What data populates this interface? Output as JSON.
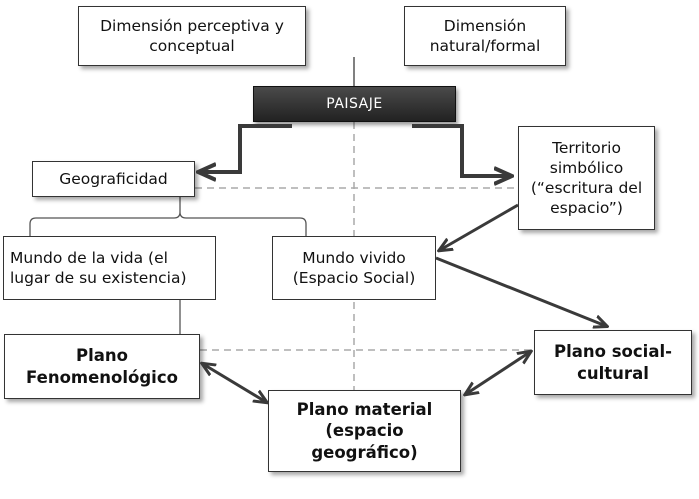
{
  "boxes": {
    "dim_perceptiva": "Dimensión perceptiva y\nconceptual",
    "dim_natural": "Dimensión\nnatural/formal",
    "paisaje": "PAISAJE",
    "geograficidad": "Geograficidad",
    "territorio": "Territorio\nsimbólico\n(“escritura del\nespacio”)",
    "mundo_vida": "Mundo de la vida (el\nlugar de su existencia)",
    "mundo_vivido": "Mundo vivido\n(Espacio Social)",
    "plano_fenomenologico": "Plano\nFenomenológico",
    "plano_social": "Plano social-\ncultural",
    "plano_material": "Plano material\n(espacio\ngeográfico)"
  },
  "colors": {
    "arrow": "#3a3a3a",
    "dashed": "#aaaaaa",
    "paisaje_bg": "#333333"
  }
}
